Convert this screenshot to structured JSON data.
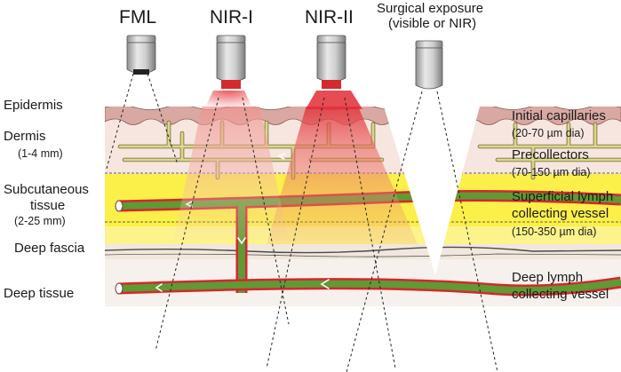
{
  "imaging_modes": {
    "fml": "FML",
    "nir1": "NIR-I",
    "nir2": "NIR-II",
    "surgical_line1": "Surgical exposure",
    "surgical_line2": "(visible or NIR)"
  },
  "left_labels": {
    "epidermis": "Epidermis",
    "dermis": "Dermis",
    "dermis_depth": "(1-4 mm)",
    "subcutaneous_line1": "Subcutaneous",
    "subcutaneous_line2": "tissue",
    "subcutaneous_depth": "(2-25 mm)",
    "deep_fascia": "Deep fascia",
    "deep_tissue": "Deep tissue"
  },
  "right_labels": {
    "initial_capillaries": "Initial capillaries",
    "initial_capillaries_dia": "(20-70 µm dia)",
    "precollectors": "Precollectors",
    "precollectors_dia": "(70-150 µm dia)",
    "superficial_line1": "Superficial lymph",
    "superficial_line2": "collecting vessel",
    "superficial_dia": "(150-350 µm dia)",
    "deep_line1": "Deep lymph",
    "deep_line2": "collecting vessel"
  },
  "colors": {
    "epidermis": "#d9a8a2",
    "dermis": "#f7e6e0",
    "subcutaneous": "#fbef4a",
    "deep_tissue": "#f6f1ec",
    "vessel_fill": "#5f9a34",
    "vessel_wall": "#d7252f",
    "capillary": "#cfc97a",
    "nir1_beam": "#f2a7a3",
    "nir2_beam": "#e4303a",
    "objective": "#b9b9b9"
  }
}
